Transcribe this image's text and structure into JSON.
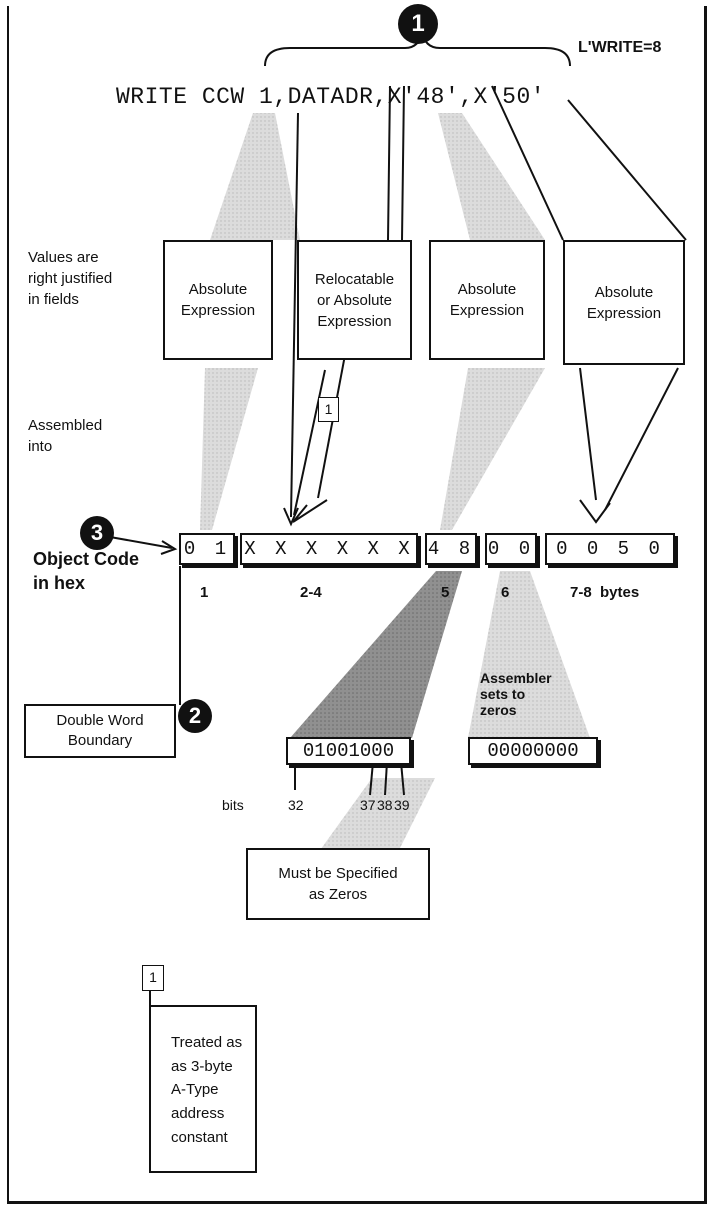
{
  "header": {
    "length_label": "L'WRITE=8",
    "statement": "WRITE CCW 1,DATADR,X'48',X'50'"
  },
  "callouts": {
    "c1": "1",
    "c2": "2",
    "c3": "3"
  },
  "side_labels": {
    "values_note": "Values are\nright justified\nin fields",
    "assembled_into": "Assembled\ninto",
    "object_code": "Object Code\nin hex"
  },
  "operand_boxes": [
    "Absolute\nExpression",
    "Relocatable\nor Absolute\nExpression",
    "Absolute\nExpression",
    "Absolute\nExpression"
  ],
  "footnote_ref": "1",
  "fields": [
    "0 1",
    "X X X X X X",
    "4 8",
    "0 0",
    "0 0 5 0"
  ],
  "byte_labels": [
    "1",
    "2-4",
    "5",
    "6",
    "7-8  bytes"
  ],
  "boundary_box": "Double Word\nBoundary",
  "assembler_note": "Assembler\nsets to\nzeros",
  "bits": {
    "flag_bits": "01001000",
    "zero_bits": "00000000",
    "label": "bits",
    "positions": [
      "32",
      "37",
      "38",
      "39"
    ]
  },
  "zero_box": "Must be Specified\nas Zeros",
  "footnote": {
    "marker": "1",
    "text": "Treated as\nas 3-byte\nA-Type\naddress\nconstant"
  },
  "colors": {
    "ink": "#111111",
    "shade_light": "#d6d6d6",
    "shade_dark": "#8c8c8c",
    "paper": "#ffffff"
  }
}
